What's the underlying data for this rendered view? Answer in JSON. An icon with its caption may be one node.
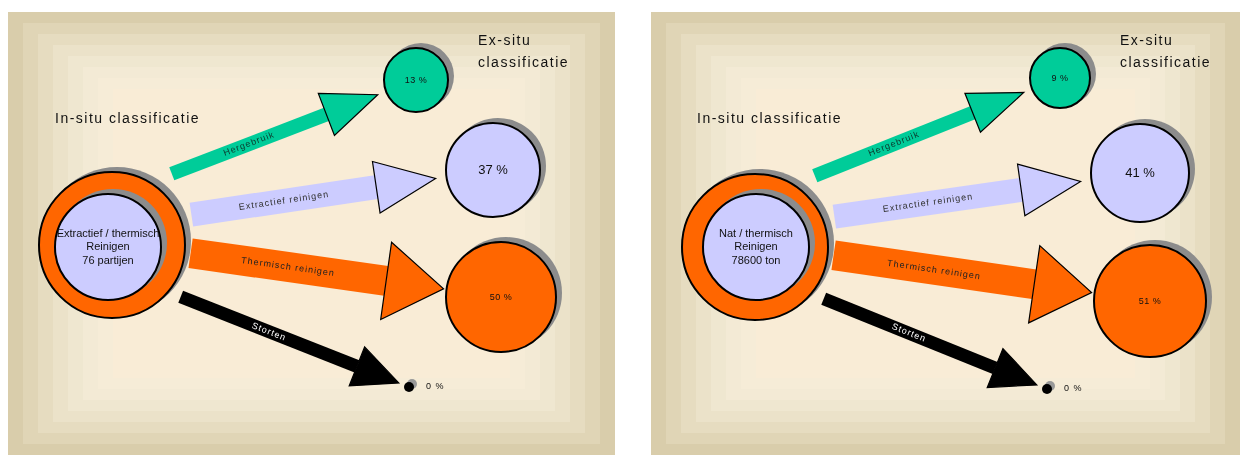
{
  "diagram": {
    "nodes": [
      {
        "text": [],
        "shape": "circle"
      },
      {
        "text": [
          "Extractief / thermisch",
          "Reinigen",
          "76 partijen"
        ],
        "in": 0
      },
      {
        "text": [
          "13 %"
        ]
      },
      {
        "text": [
          "37 %"
        ]
      },
      {
        "text": [
          "50 %"
        ]
      },
      {
        "text": [],
        "shape": "circle",
        "beside": [
          "0 %"
        ]
      },
      {
        "text": [],
        "shape": "circle"
      },
      {
        "text": [
          "Nat / thermisch",
          "Reinigen",
          "78600 ton"
        ],
        "in": 6
      },
      {
        "text": [
          "9 %"
        ]
      },
      {
        "text": [
          "41 %"
        ]
      },
      {
        "text": [
          "51 %"
        ]
      },
      {
        "text": [],
        "shape": "circle",
        "beside": [
          "0 %"
        ]
      }
    ],
    "edges": [
      {
        "from": 0,
        "to": 2,
        "arrow": "to",
        "label": "Hergebruik",
        "color": "#00cc99"
      },
      {
        "from": 0,
        "to": 3,
        "arrow": "to",
        "label": "Extractief reinigen",
        "color": "#ccccff"
      },
      {
        "from": 0,
        "to": 4,
        "arrow": "to",
        "label": "Thermisch reinigen",
        "color": "#ff6600",
        "style": "thick"
      },
      {
        "from": 0,
        "to": 5,
        "arrow": "to",
        "label": "Storten",
        "color": "#000000"
      },
      {
        "from": 6,
        "to": 8,
        "arrow": "to",
        "label": "Hergebruik",
        "color": "#00cc99"
      },
      {
        "from": 6,
        "to": 9,
        "arrow": "to",
        "label": "Extractief reinigen",
        "color": "#ccccff"
      },
      {
        "from": 6,
        "to": 10,
        "arrow": "to",
        "label": "Thermisch reinigen",
        "color": "#ff6600",
        "style": "thick"
      },
      {
        "from": 6,
        "to": 11,
        "arrow": "to",
        "label": "Storten",
        "color": "#000000"
      }
    ],
    "labels": [
      "In-situ classificatie",
      "Ex-situ classificatie",
      "In-situ classificatie",
      "Ex-situ classificatie"
    ]
  }
}
